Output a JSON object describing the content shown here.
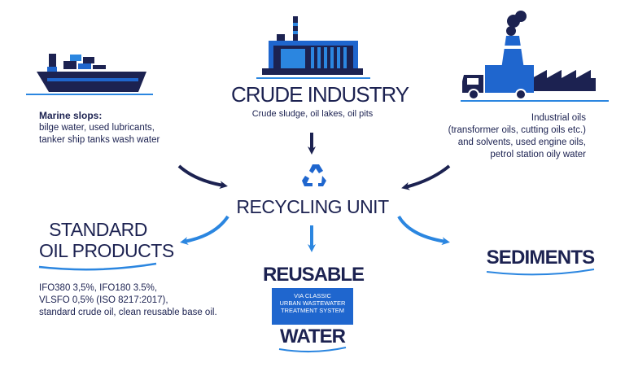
{
  "marine": {
    "title": "Marine slops:",
    "lines": [
      "bilge water, used lubricants,",
      "tanker ship tanks wash water"
    ]
  },
  "crude": {
    "title": "CRUDE INDUSTRY",
    "subtitle": "Crude sludge, oil lakes, oil pits"
  },
  "industrial": {
    "lines": [
      "Industrial oils",
      "(transformer oils, cutting oils etc.)",
      "and solvents, used engine oils,",
      "petrol station oily water"
    ]
  },
  "recycling": {
    "title": "RECYCLING UNIT",
    "icon": "recycle-icon"
  },
  "standard": {
    "title_line1": "STANDARD",
    "title_line2": "OIL PRODUCTS",
    "lines": [
      "IFO380 3,5%, IFO180 3.5%,",
      "VLSFO 0,5% (ISO 8217:2017),",
      "standard crude oil, clean reusable base oil."
    ]
  },
  "reusable": {
    "title": "REUSABLE",
    "via_lines": [
      "VIA CLASSIC",
      "URBAN WASTEWATER",
      "TREATMENT SYSTEM"
    ],
    "water": "WATER"
  },
  "sediments": {
    "title": "SEDIMENTS"
  },
  "colors": {
    "navy": "#1c2251",
    "blue": "#1f66ce",
    "light_blue": "#2b86e0"
  },
  "icons": [
    "cargo-ship-icon",
    "factory-icon",
    "truck-icon",
    "smokestack-icon",
    "recycle-icon"
  ]
}
